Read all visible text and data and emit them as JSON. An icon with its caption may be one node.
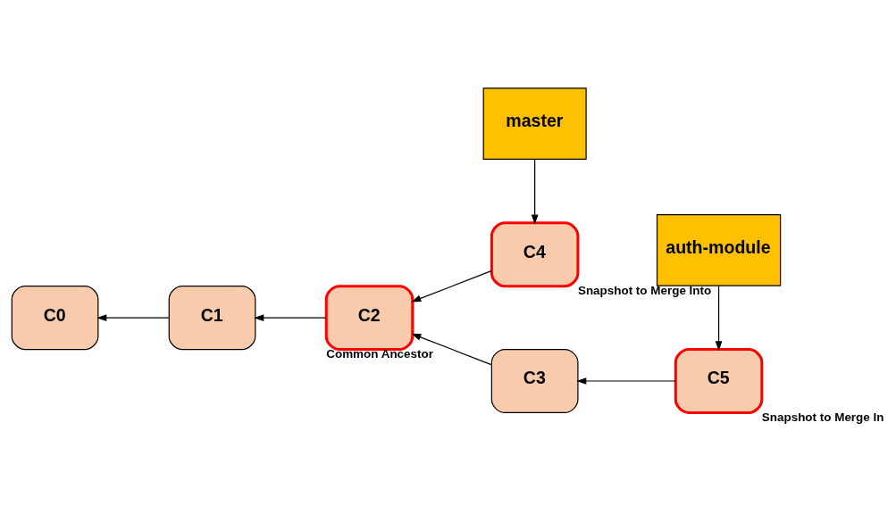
{
  "diagram": {
    "nodes": [
      {
        "text": [
          "C0"
        ]
      },
      {
        "text": [
          "C1"
        ]
      },
      {
        "text": [
          "C2"
        ],
        "beside": [
          "Common Ancestor"
        ]
      },
      {
        "text": [
          "master"
        ]
      },
      {
        "text": [
          "C4"
        ],
        "beside": [
          "Snapshot to Merge Into"
        ]
      },
      {
        "text": [
          "C3"
        ]
      },
      {
        "text": [
          "C5"
        ],
        "beside": [
          "Snapshot to Merge In"
        ]
      },
      {
        "text": [
          "auth-module"
        ]
      }
    ],
    "edges": [
      {
        "from": 1,
        "to": 0,
        "arrow": "to"
      },
      {
        "from": 2,
        "to": 1,
        "arrow": "to"
      },
      {
        "from": 4,
        "to": 2,
        "arrow": "to"
      },
      {
        "from": 5,
        "to": 2,
        "arrow": "to"
      },
      {
        "from": 6,
        "to": 5,
        "arrow": "to"
      },
      {
        "from": 3,
        "to": 4,
        "arrow": "to"
      },
      {
        "from": 7,
        "to": 6,
        "arrow": "to"
      }
    ]
  }
}
